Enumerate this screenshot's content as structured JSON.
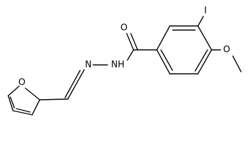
{
  "molecule": {
    "atoms": {
      "O_carbonyl": "O",
      "I": "I",
      "O_methoxy": "O",
      "N_imine": "N",
      "NH": "NH",
      "O_furan": "O"
    }
  }
}
